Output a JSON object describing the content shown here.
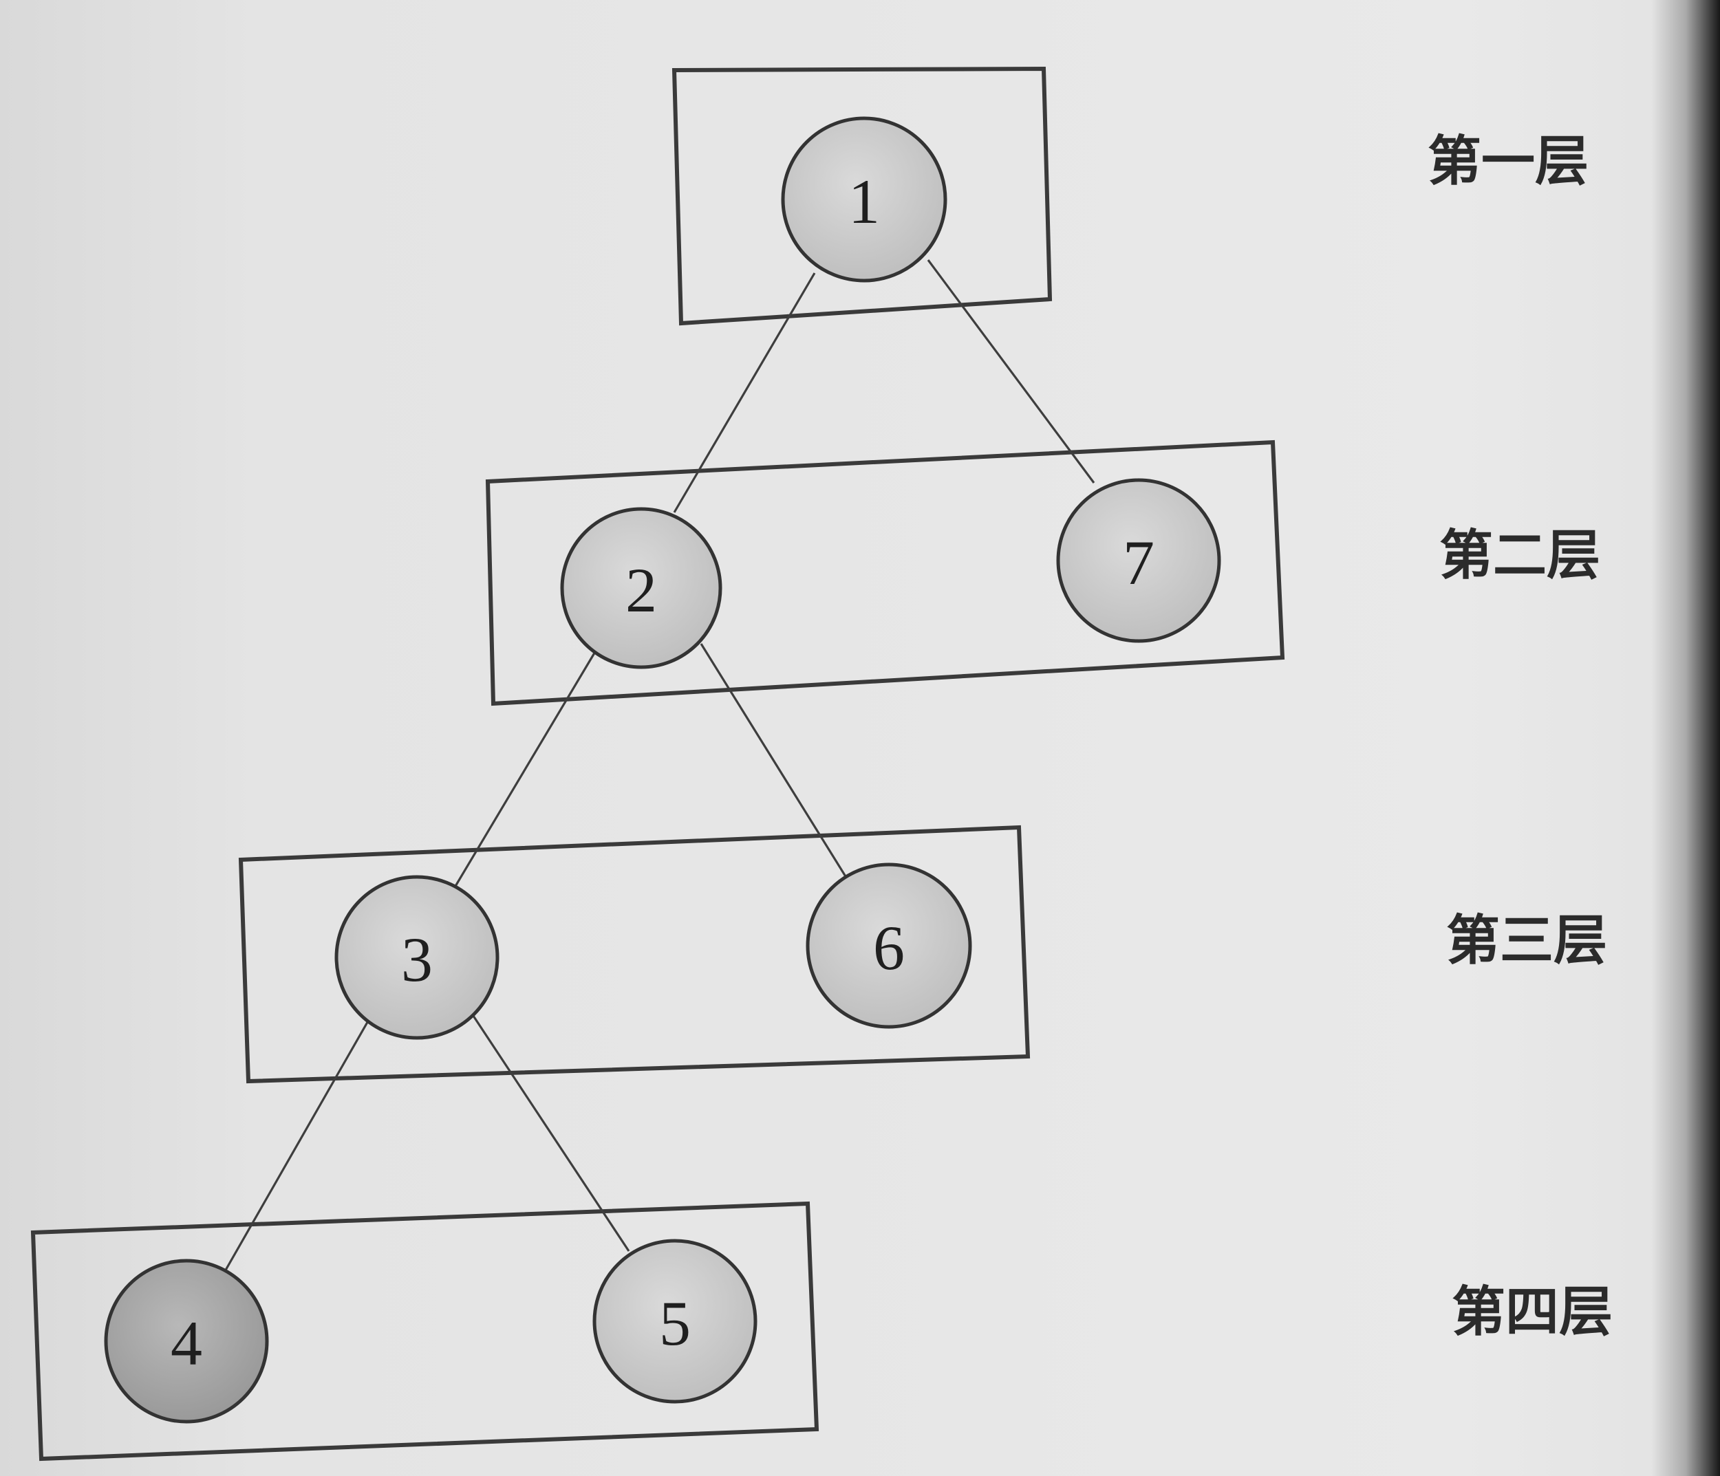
{
  "diagram": {
    "type": "tree",
    "levels": [
      {
        "label": "第一层",
        "nodes": [
          "1"
        ]
      },
      {
        "label": "第二层",
        "nodes": [
          "2",
          "7"
        ]
      },
      {
        "label": "第三层",
        "nodes": [
          "3",
          "6"
        ]
      },
      {
        "label": "第四层",
        "nodes": [
          "4",
          "5"
        ]
      }
    ],
    "nodes": [
      {
        "id": "1",
        "label": "1"
      },
      {
        "id": "2",
        "label": "2"
      },
      {
        "id": "7",
        "label": "7"
      },
      {
        "id": "3",
        "label": "3"
      },
      {
        "id": "6",
        "label": "6"
      },
      {
        "id": "4",
        "label": "4"
      },
      {
        "id": "5",
        "label": "5"
      }
    ],
    "edges": [
      {
        "from": "1",
        "to": "2"
      },
      {
        "from": "1",
        "to": "7"
      },
      {
        "from": "2",
        "to": "3"
      },
      {
        "from": "2",
        "to": "6"
      },
      {
        "from": "3",
        "to": "4"
      },
      {
        "from": "3",
        "to": "5"
      }
    ]
  },
  "colors": {
    "node_fill": "#cfcfcf",
    "node_fill_dark": "#a9a9a9",
    "stroke": "#333333",
    "paper": "#e6e6e6"
  }
}
